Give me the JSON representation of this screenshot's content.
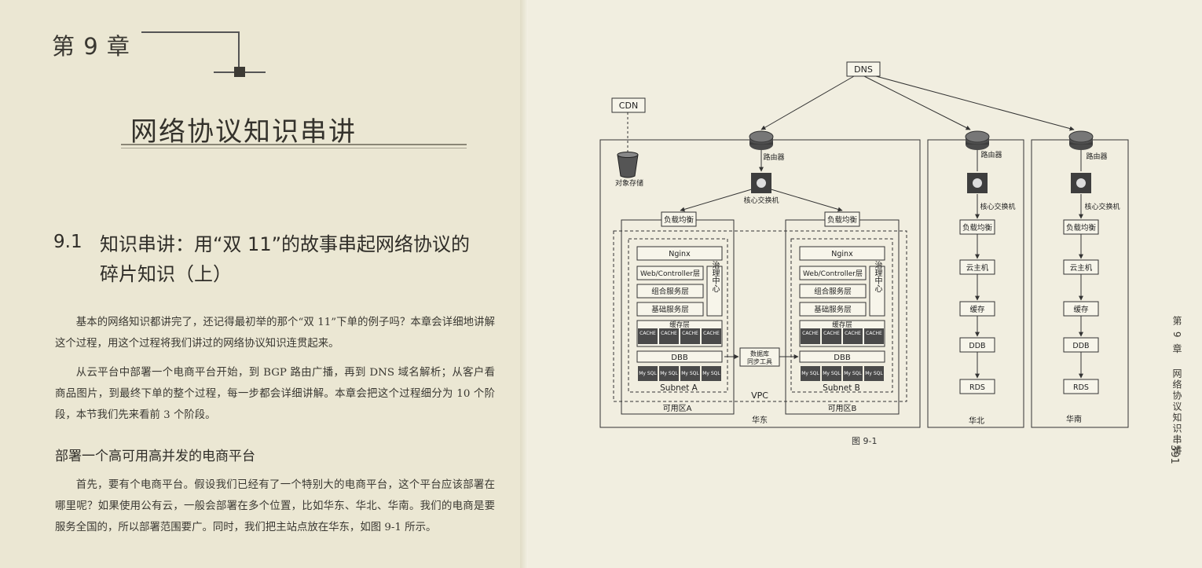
{
  "chapter": {
    "label": "第 9 章",
    "title": "网络协议知识串讲"
  },
  "section": {
    "number": "9.1",
    "title_line1": "知识串讲：用“双 11”的故事串起网络协议的",
    "title_line2": "碎片知识（上）"
  },
  "paragraphs": [
    "基本的网络知识都讲完了，还记得最初举的那个“双 11”下单的例子吗？本章会详细地讲解这个过程，用这个过程将我们讲过的网络协议知识连贯起来。",
    "从云平台中部署一个电商平台开始，到 BGP 路由广播，再到 DNS 域名解析；从客户看商品图片，到最终下单的整个过程，每一步都会详细讲解。本章会把这个过程细分为 10 个阶段，本节我们先来看前 3 个阶段。"
  ],
  "subheading": "部署一个高可用高并发的电商平台",
  "paragraph3": "首先，要有个电商平台。假设我们已经有了一个特别大的电商平台，这个平台应该部署在哪里呢？如果使用公有云，一般会部署在多个位置，比如华东、华北、华南。我们的电商是要服务全国的，所以部署范围要广。同时，我们把主站点放在华东，如图 9-1 所示。",
  "side_header": {
    "chapter": "第 9 章",
    "title": "网络协议知识串讲",
    "page": "391"
  },
  "figure": {
    "caption": "图 9-1",
    "dns": "DNS",
    "cdn": "CDN",
    "object_storage": "对象存储",
    "router": "路由器",
    "core_switch": "核心交换机",
    "load_balancer": "负载均衡",
    "nginx": "Nginx",
    "web_layer": "Web/Controller层",
    "combo_layer": "组合服务层",
    "base_layer": "基础服务层",
    "governance": "治理中心",
    "cache_layer": "缓存层",
    "cache": "CACHE",
    "dbb": "DBB",
    "mysql": "My SQL",
    "subnet_a": "Subnet A",
    "subnet_b": "Subnet B",
    "zone_a": "可用区A",
    "zone_b": "可用区B",
    "vpc": "VPC",
    "sync_tool_1": "数据库",
    "sync_tool_2": "同步工具",
    "region_east": "华东",
    "region_north": "华北",
    "region_south": "华南",
    "cloud_host": "云主机",
    "cache_cn": "缓存",
    "ddb": "DDB",
    "rds": "RDS"
  }
}
